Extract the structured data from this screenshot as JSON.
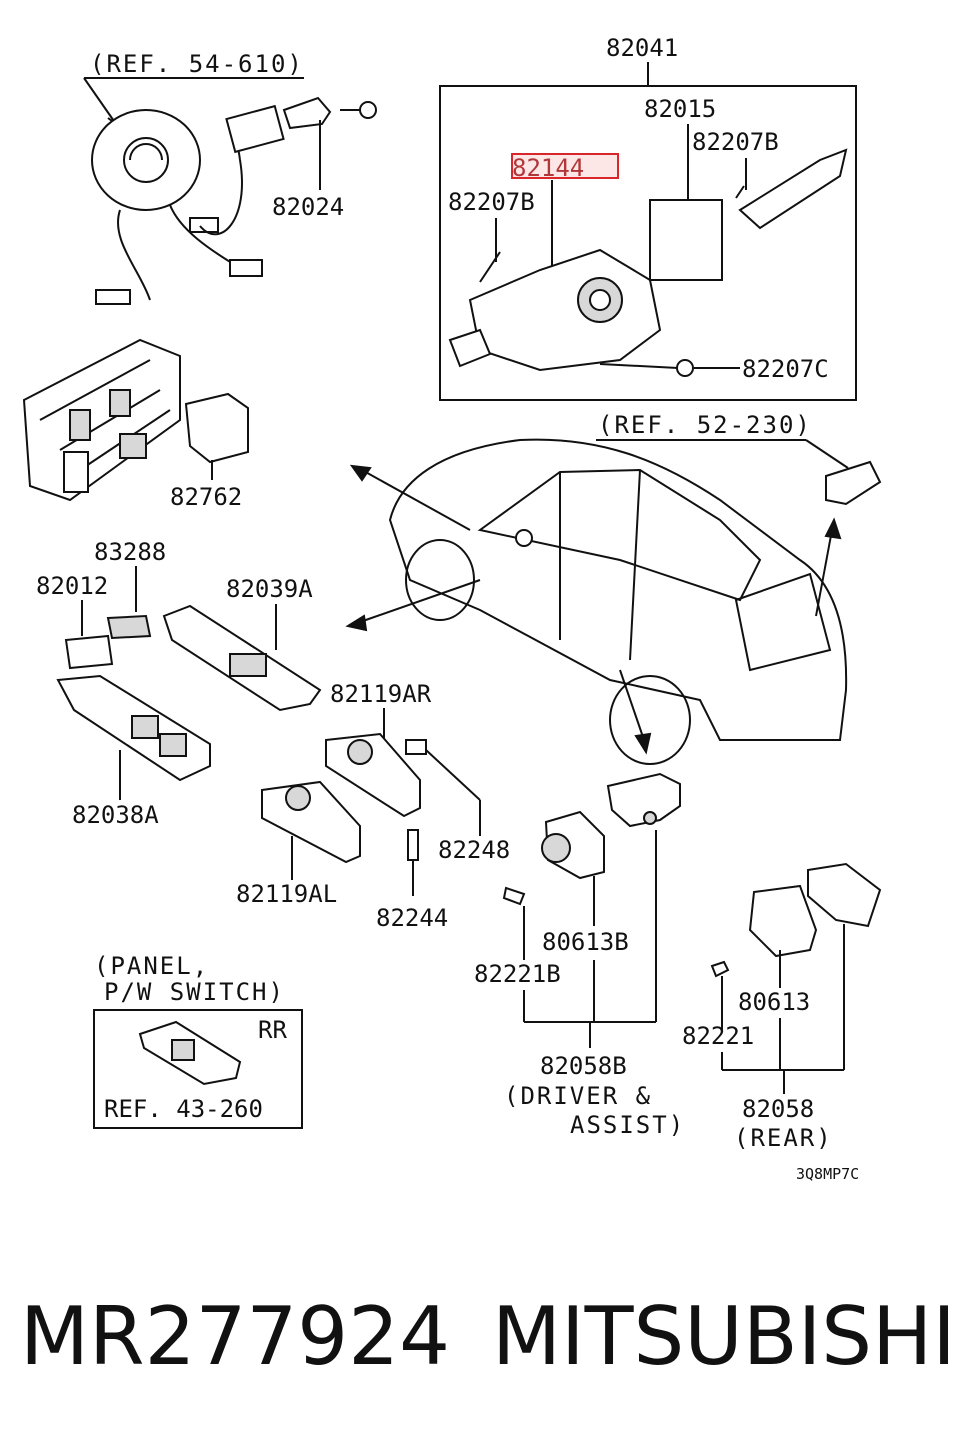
{
  "diagram": {
    "refs": {
      "steering_ref": "(REF. 54-610)",
      "tail_ref": "(REF. 52-230)",
      "panel_ref": "REF. 43-260"
    },
    "group_box": {
      "label": "82041"
    },
    "part_labels": {
      "p82024": "82024",
      "p82015": "82015",
      "p82144": "82144",
      "p82207B_top": "82207B",
      "p82207B_left": "82207B",
      "p82207C": "82207C",
      "p82762": "82762",
      "p83288": "83288",
      "p82012": "82012",
      "p82039A": "82039A",
      "p82038A": "82038A",
      "p82119AR": "82119AR",
      "p82119AL": "82119AL",
      "p82248": "82248",
      "p82244": "82244",
      "p80613B": "80613B",
      "p82221B": "82221B",
      "p82058B": "82058B",
      "p82058B_note1": "(DRIVER &",
      "p82058B_note2": "ASSIST)",
      "p80613": "80613",
      "p82221": "82221",
      "p82058": "82058",
      "p82058_note": "(REAR)"
    },
    "panel_box": {
      "title1": "(PANEL,",
      "title2": "P/W SWITCH)",
      "position": "RR"
    },
    "diagram_code": "3Q8MP7C"
  },
  "footer": {
    "part_number": "MR277924",
    "brand": "MITSUBISHI"
  },
  "colors": {
    "highlight": "#d9262c",
    "ink": "#111111"
  }
}
